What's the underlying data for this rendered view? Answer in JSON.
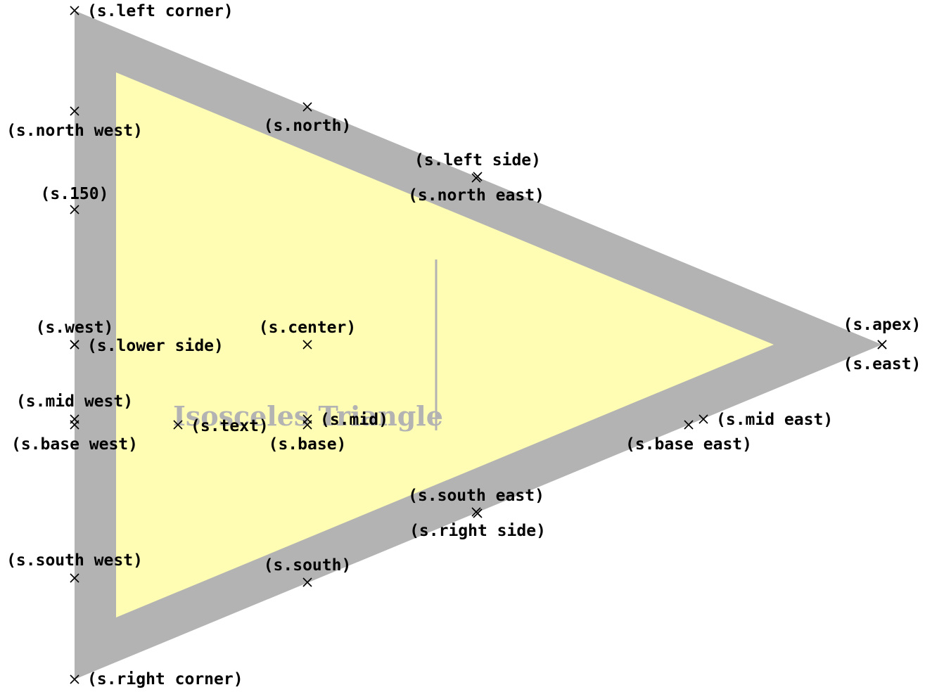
{
  "diagram": {
    "shape_text": "Isosceles Triangle",
    "colors": {
      "outer_fill": "#b3b3b3",
      "inner_fill": "#fffcb3",
      "marker": "#000000",
      "text": "#b3b3b3"
    },
    "anchors": [
      {
        "id": "left-corner",
        "label": "(s.left corner)"
      },
      {
        "id": "north-west",
        "label": "(s.north west)"
      },
      {
        "id": "north",
        "label": "(s.north)"
      },
      {
        "id": "left-side",
        "label": "(s.left side)"
      },
      {
        "id": "north-east",
        "label": "(s.north east)"
      },
      {
        "id": "150",
        "label": "(s.150)"
      },
      {
        "id": "west",
        "label": "(s.west)"
      },
      {
        "id": "lower-side",
        "label": "(s.lower side)"
      },
      {
        "id": "center",
        "label": "(s.center)"
      },
      {
        "id": "apex",
        "label": "(s.apex)"
      },
      {
        "id": "east",
        "label": "(s.east)"
      },
      {
        "id": "mid-west",
        "label": "(s.mid west)"
      },
      {
        "id": "base-west",
        "label": "(s.base west)"
      },
      {
        "id": "text",
        "label": "(s.text)"
      },
      {
        "id": "mid",
        "label": "(s.mid)"
      },
      {
        "id": "base",
        "label": "(s.base)"
      },
      {
        "id": "mid-east",
        "label": "(s.mid east)"
      },
      {
        "id": "base-east",
        "label": "(s.base east)"
      },
      {
        "id": "south-east",
        "label": "(s.south east)"
      },
      {
        "id": "right-side",
        "label": "(s.right side)"
      },
      {
        "id": "south-west",
        "label": "(s.south west)"
      },
      {
        "id": "south",
        "label": "(s.south)"
      },
      {
        "id": "right-corner",
        "label": "(s.right corner)"
      }
    ]
  }
}
